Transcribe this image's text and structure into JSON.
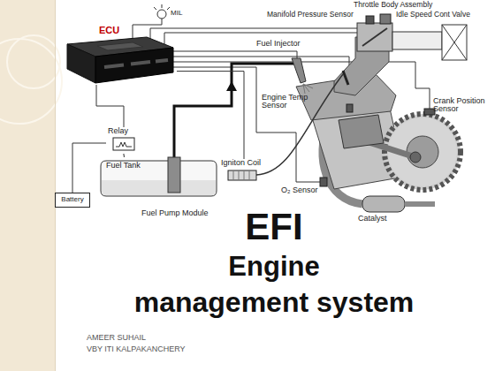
{
  "diagram": {
    "title": "EFI",
    "nodes": [
      {
        "text": [
          "ECU"
        ]
      },
      {
        "text": [
          "Relay"
        ]
      },
      {
        "text": [
          "Fuel Tank"
        ]
      },
      {
        "text": [
          "Battery"
        ]
      },
      {
        "text": [
          "Igniton Coil"
        ]
      }
    ],
    "edges": [
      {
        "from": 0,
        "to": 1,
        "arrow": "none"
      },
      {
        "from": 3,
        "to": 1,
        "arrow": "none"
      },
      {
        "from": 1,
        "to": 2,
        "arrow": "none"
      },
      {
        "from": 0,
        "to": 4,
        "arrow": "none"
      }
    ],
    "labels": [
      "MIL",
      "Manifold Pressure Sensor",
      "Throttle Body Assembly",
      "Idle Speed Cont Valve",
      "Fuel Injector",
      "Engine Temp Sensor",
      "Crank Position Sensor",
      "O₂ Sensor",
      "Fuel Pump Module",
      "Catalyst",
      "Engine",
      "management system",
      "AMEER SUHAIL",
      "VBY ITI KALPAKANCHERY"
    ]
  }
}
